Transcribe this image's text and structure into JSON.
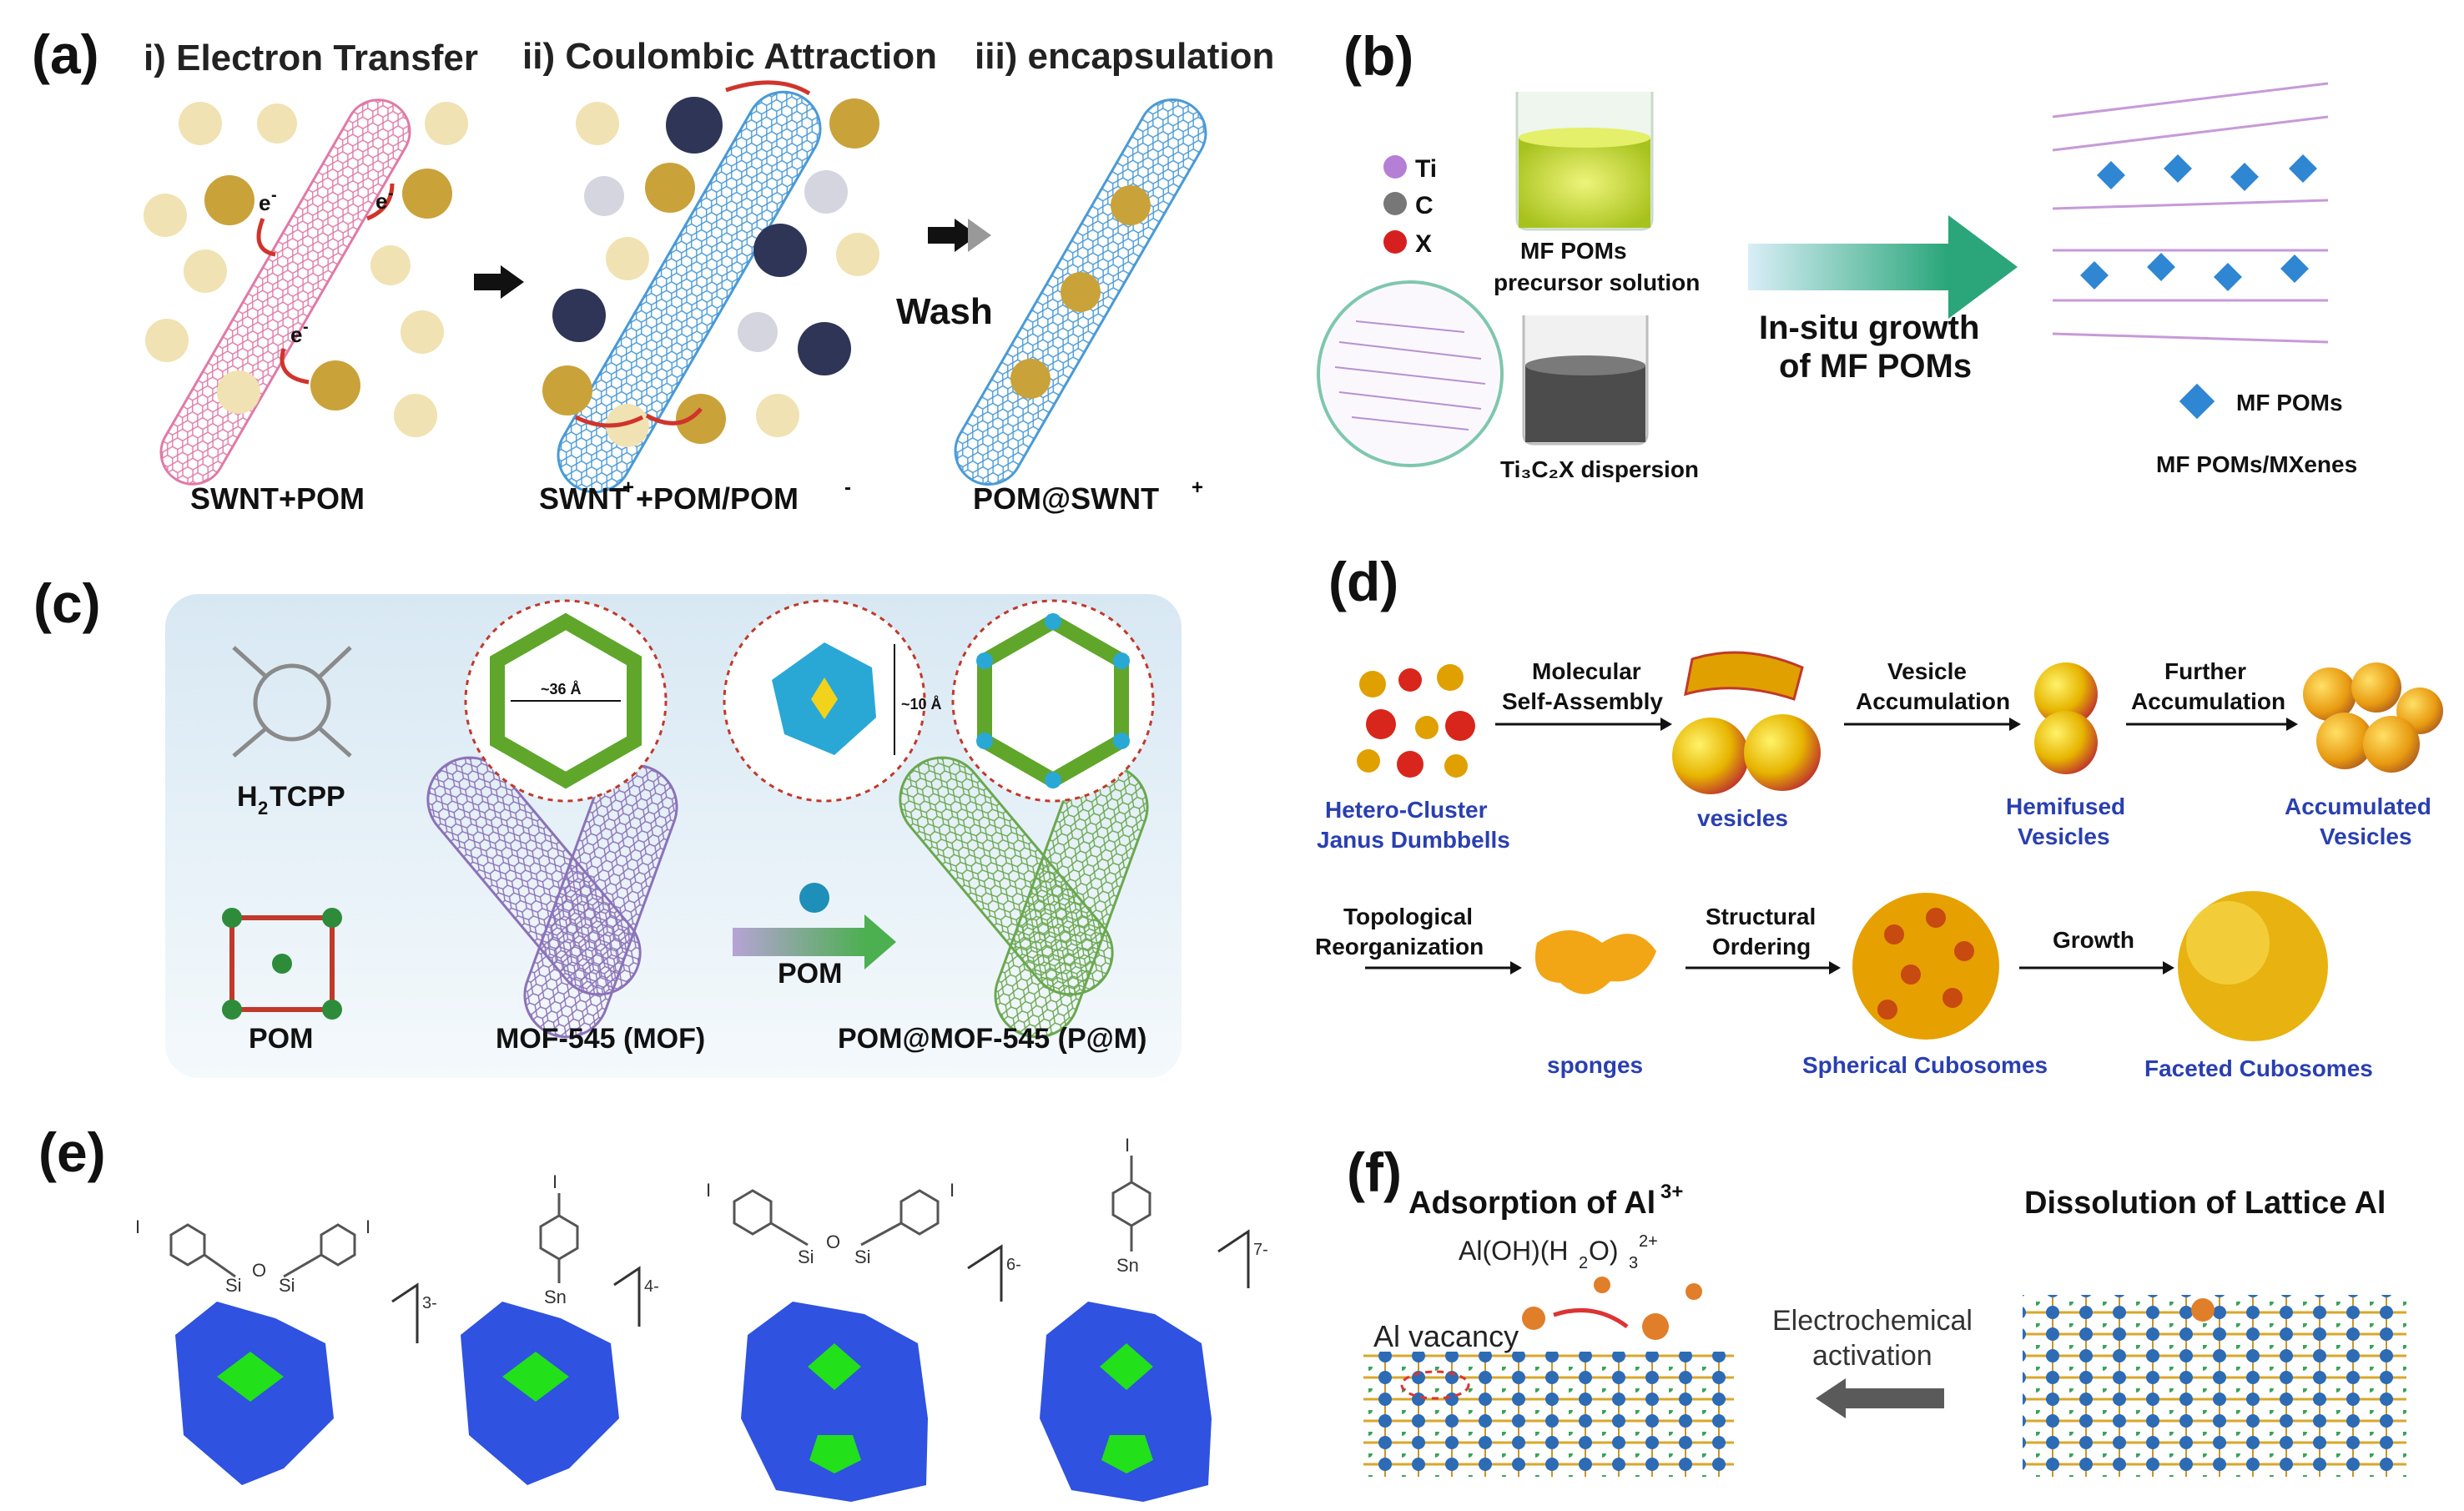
{
  "panels": {
    "a": {
      "label": "(a)",
      "steps": [
        "i) Electron Transfer",
        "ii) Coulombic Attraction",
        "iii) encapsulation"
      ],
      "electron": "e",
      "electron_sup": "-",
      "wash": "Wash",
      "captions": {
        "c1": "SWNT+POM",
        "c2_main": "SWNT",
        "c2_sup1": "+",
        "c2_mid": "+POM/POM",
        "c2_sup2": "-",
        "c3_main": "POM@SWNT",
        "c3_sup": "+"
      }
    },
    "b": {
      "label": "(b)",
      "legend": [
        "Ti",
        "C",
        "X"
      ],
      "legend_colors": [
        "#b57fd6",
        "#777777",
        "#d62020"
      ],
      "beaker1": [
        "MF POMs",
        "precursor solution"
      ],
      "beaker2": "Ti₃C₂X dispersion",
      "arrow_text": [
        "In-situ growth",
        "of MF POMs"
      ],
      "key": "MF POMs",
      "product": "MF POMs/MXenes"
    },
    "c": {
      "label": "(c)",
      "h2tcpp_main": "H",
      "h2tcpp_sub": "2",
      "h2tcpp_rest": "TCPP",
      "pom": "POM",
      "mof": "MOF-545 (MOF)",
      "arrow_pom": "POM",
      "product": "POM@MOF-545 (P@M)",
      "dim1": "~36 Å",
      "dim2": "~10 Å"
    },
    "d": {
      "label": "(d)",
      "arrows_top": [
        [
          "Molecular",
          "Self-Assembly"
        ],
        [
          "Vesicle",
          "Accumulation"
        ],
        [
          "Further",
          "Accumulation"
        ]
      ],
      "arrows_bottom": [
        [
          "Topological",
          "Reorganization"
        ],
        [
          "Structural",
          "Ordering"
        ],
        [
          "Growth"
        ]
      ],
      "items_top": [
        [
          "Hetero-Cluster",
          "Janus Dumbbells"
        ],
        [
          "vesicles"
        ],
        [
          "Hemifused",
          "Vesicles"
        ],
        [
          "Accumulated",
          "Vesicles"
        ]
      ],
      "items_bottom": [
        "sponges",
        "Spherical Cubosomes",
        "Faceted Cubosomes"
      ]
    },
    "e": {
      "label": "(e)",
      "charges": [
        "3-",
        "4-",
        "6-",
        "7-"
      ],
      "atoms": {
        "si": "Si",
        "o": "O",
        "sn": "Sn",
        "i": "I"
      }
    },
    "f": {
      "label": "(f)",
      "left_title_main": "Adsorption of Al",
      "left_title_sup": "3+",
      "right_title": "Dissolution of Lattice Al",
      "species_a": "Al(OH)(H",
      "species_sub": "2",
      "species_b": "O)",
      "species_sub2": "3",
      "species_sup": "2+",
      "vacancy": "Al vacancy",
      "arrow_text": [
        "Electrochemical",
        "activation"
      ]
    }
  }
}
